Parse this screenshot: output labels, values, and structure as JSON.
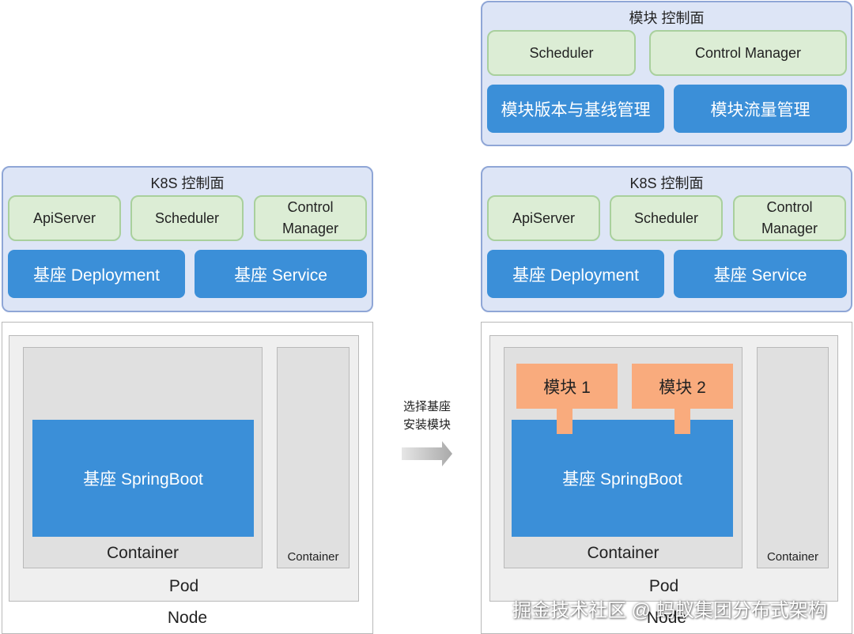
{
  "left": {
    "k8s_panel": {
      "title": "K8S 控制面",
      "components": [
        "ApiServer",
        "Scheduler",
        "Control Manager"
      ],
      "deployment": "基座 Deployment",
      "service": "基座 Service"
    },
    "node_label": "Node",
    "pod_label": "Pod",
    "main_container_label": "Container",
    "side_container_label": "Container",
    "springboot": "基座 SpringBoot"
  },
  "arrow": {
    "line1": "选择基座",
    "line2": "安装模块"
  },
  "right": {
    "module_panel": {
      "title": "模块 控制面",
      "scheduler": "Scheduler",
      "control_manager": "Control Manager",
      "version_mgmt": "模块版本与基线管理",
      "traffic_mgmt": "模块流量管理"
    },
    "k8s_panel": {
      "title": "K8S 控制面",
      "components": [
        "ApiServer",
        "Scheduler",
        "Control Manager"
      ],
      "deployment": "基座 Deployment",
      "service": "基座 Service"
    },
    "node_label": "Node",
    "pod_label": "Pod",
    "main_container_label": "Container",
    "side_container_label": "Container",
    "springboot": "基座 SpringBoot",
    "modules": [
      "模块 1",
      "模块 2"
    ]
  },
  "watermark": "掘金技术社区 @ 蚂蚁集团分布式架构",
  "colors": {
    "panel_bg": "#dde5f6",
    "panel_border": "#8fa6d6",
    "component_green": "#dcedd5",
    "action_blue": "#3b8fd8",
    "module_orange": "#f9ab7d",
    "pod_gray": "#efefef",
    "container_gray": "#e0e0e0"
  }
}
